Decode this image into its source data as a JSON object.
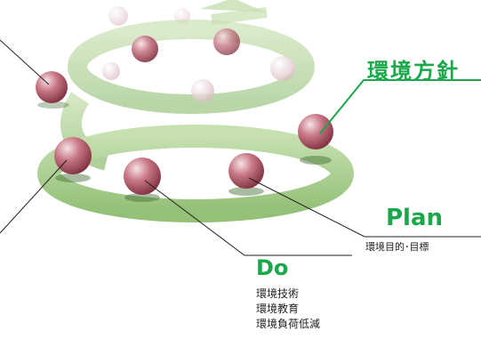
{
  "labels": {
    "policy": "環境方針",
    "plan": {
      "title": "Plan",
      "description": "環境目的･目標"
    },
    "do": {
      "title": "Do",
      "items": [
        "環境技術",
        "環境教育",
        "環境負荷低減"
      ]
    }
  },
  "colors": {
    "accent_green": "#1aa84a",
    "spiral": "#a9cf8f",
    "sphere": "#c0616f",
    "leader": "#222222"
  }
}
